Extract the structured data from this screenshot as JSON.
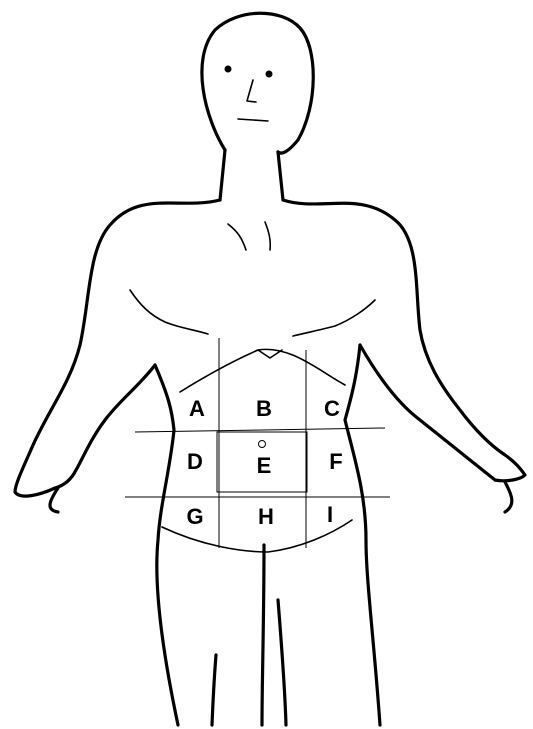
{
  "diagram": {
    "region_labels": [
      "A",
      "B",
      "C",
      "D",
      "E",
      "F",
      "G",
      "H",
      "I"
    ],
    "line_color": "#000000",
    "background_color": "#ffffff"
  }
}
